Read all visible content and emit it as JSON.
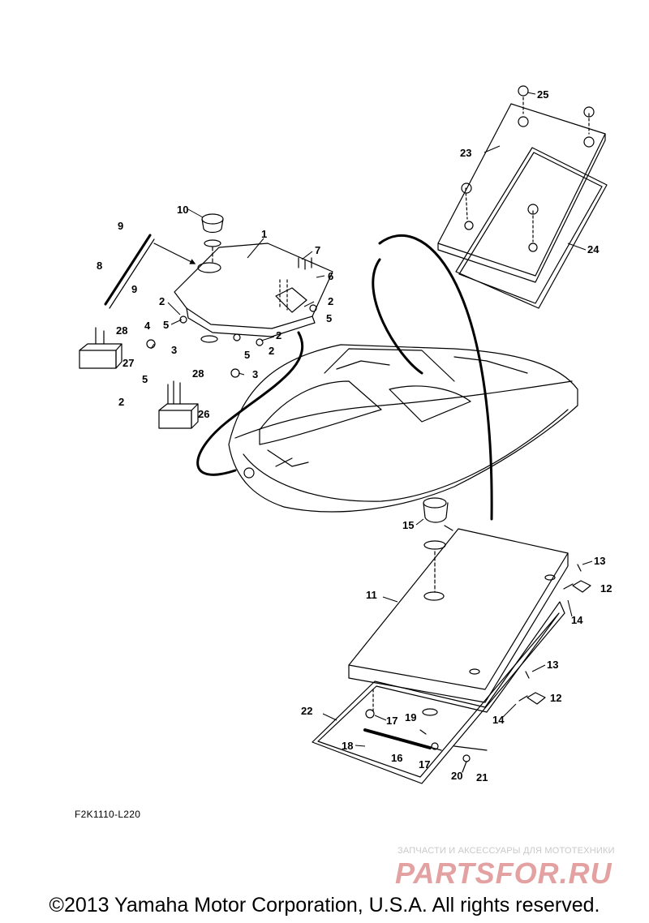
{
  "diagram": {
    "part_labels": {
      "p1": "1",
      "p2": "2",
      "p3": "3",
      "p4": "4",
      "p5": "5",
      "p6": "6",
      "p7": "7",
      "p8": "8",
      "p9": "9",
      "p10": "10",
      "p11": "11",
      "p12": "12",
      "p13": "13",
      "p14": "14",
      "p15": "15",
      "p16": "16",
      "p17": "17",
      "p18": "18",
      "p19": "19",
      "p20": "20",
      "p21": "21",
      "p22": "22",
      "p23": "23",
      "p24": "24",
      "p25": "25",
      "p26": "26",
      "p27": "27",
      "p28": "28"
    },
    "code": "F2K1110-L220"
  },
  "watermark": {
    "subtitle": "ЗАПЧАСТИ И АКСЕССУАРЫ ДЛЯ МОТОТЕХНИКИ",
    "logo_text": "PARTSFOR.RU",
    "color": "#e3a1a1"
  },
  "footer": {
    "copyright": "©2013 Yamaha Motor Corporation, U.S.A. All rights reserved."
  }
}
